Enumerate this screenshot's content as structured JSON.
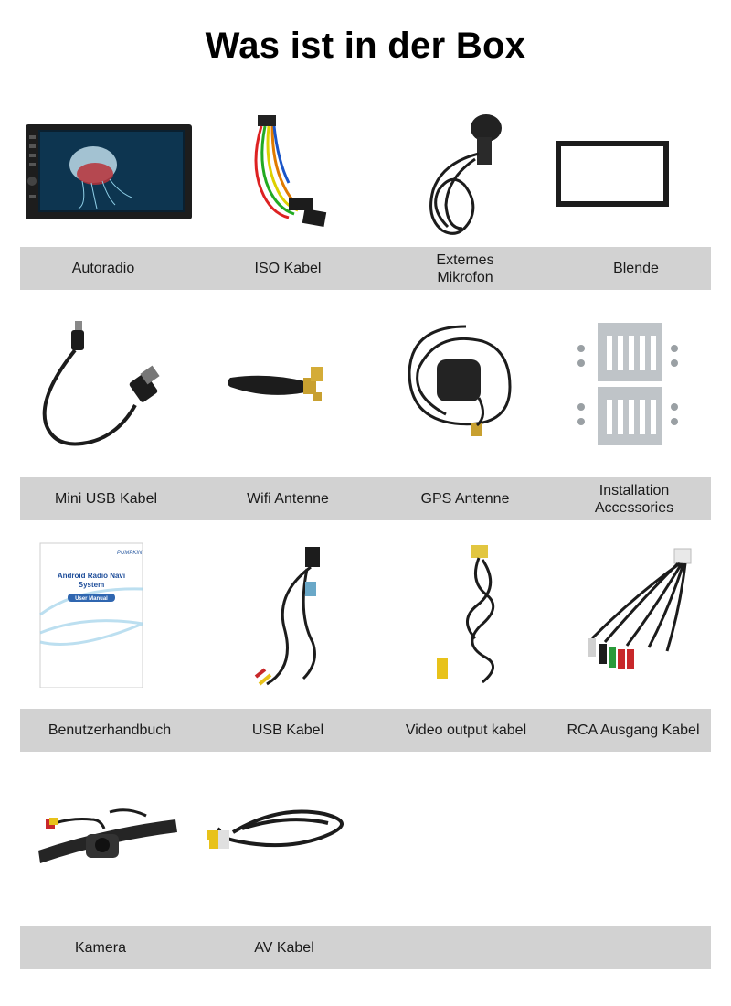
{
  "title": "Was ist in der Box",
  "rows": [
    {
      "labels": [
        "Autoradio",
        "ISO Kabel",
        "Externes\nMikrofon",
        "Blende"
      ]
    },
    {
      "labels": [
        "Mini USB Kabel",
        "Wifi Antenne",
        "GPS Antenne",
        "Installation\nAccessories"
      ]
    },
    {
      "labels": [
        "Benutzerhandbuch",
        "USB Kabel",
        "Video output kabel",
        "RCA Ausgang Kabel"
      ]
    },
    {
      "labels": [
        "Kamera",
        "AV Kabel"
      ]
    }
  ],
  "manual": {
    "heading": "Android Radio Navi\nSystem",
    "badge": "User Manual"
  },
  "colors": {
    "bar": "#d2d2d2",
    "title": "#000000",
    "cable": "#1c1c1c",
    "rca_yellow": "#e8c21a",
    "rca_red": "#c8282a"
  }
}
